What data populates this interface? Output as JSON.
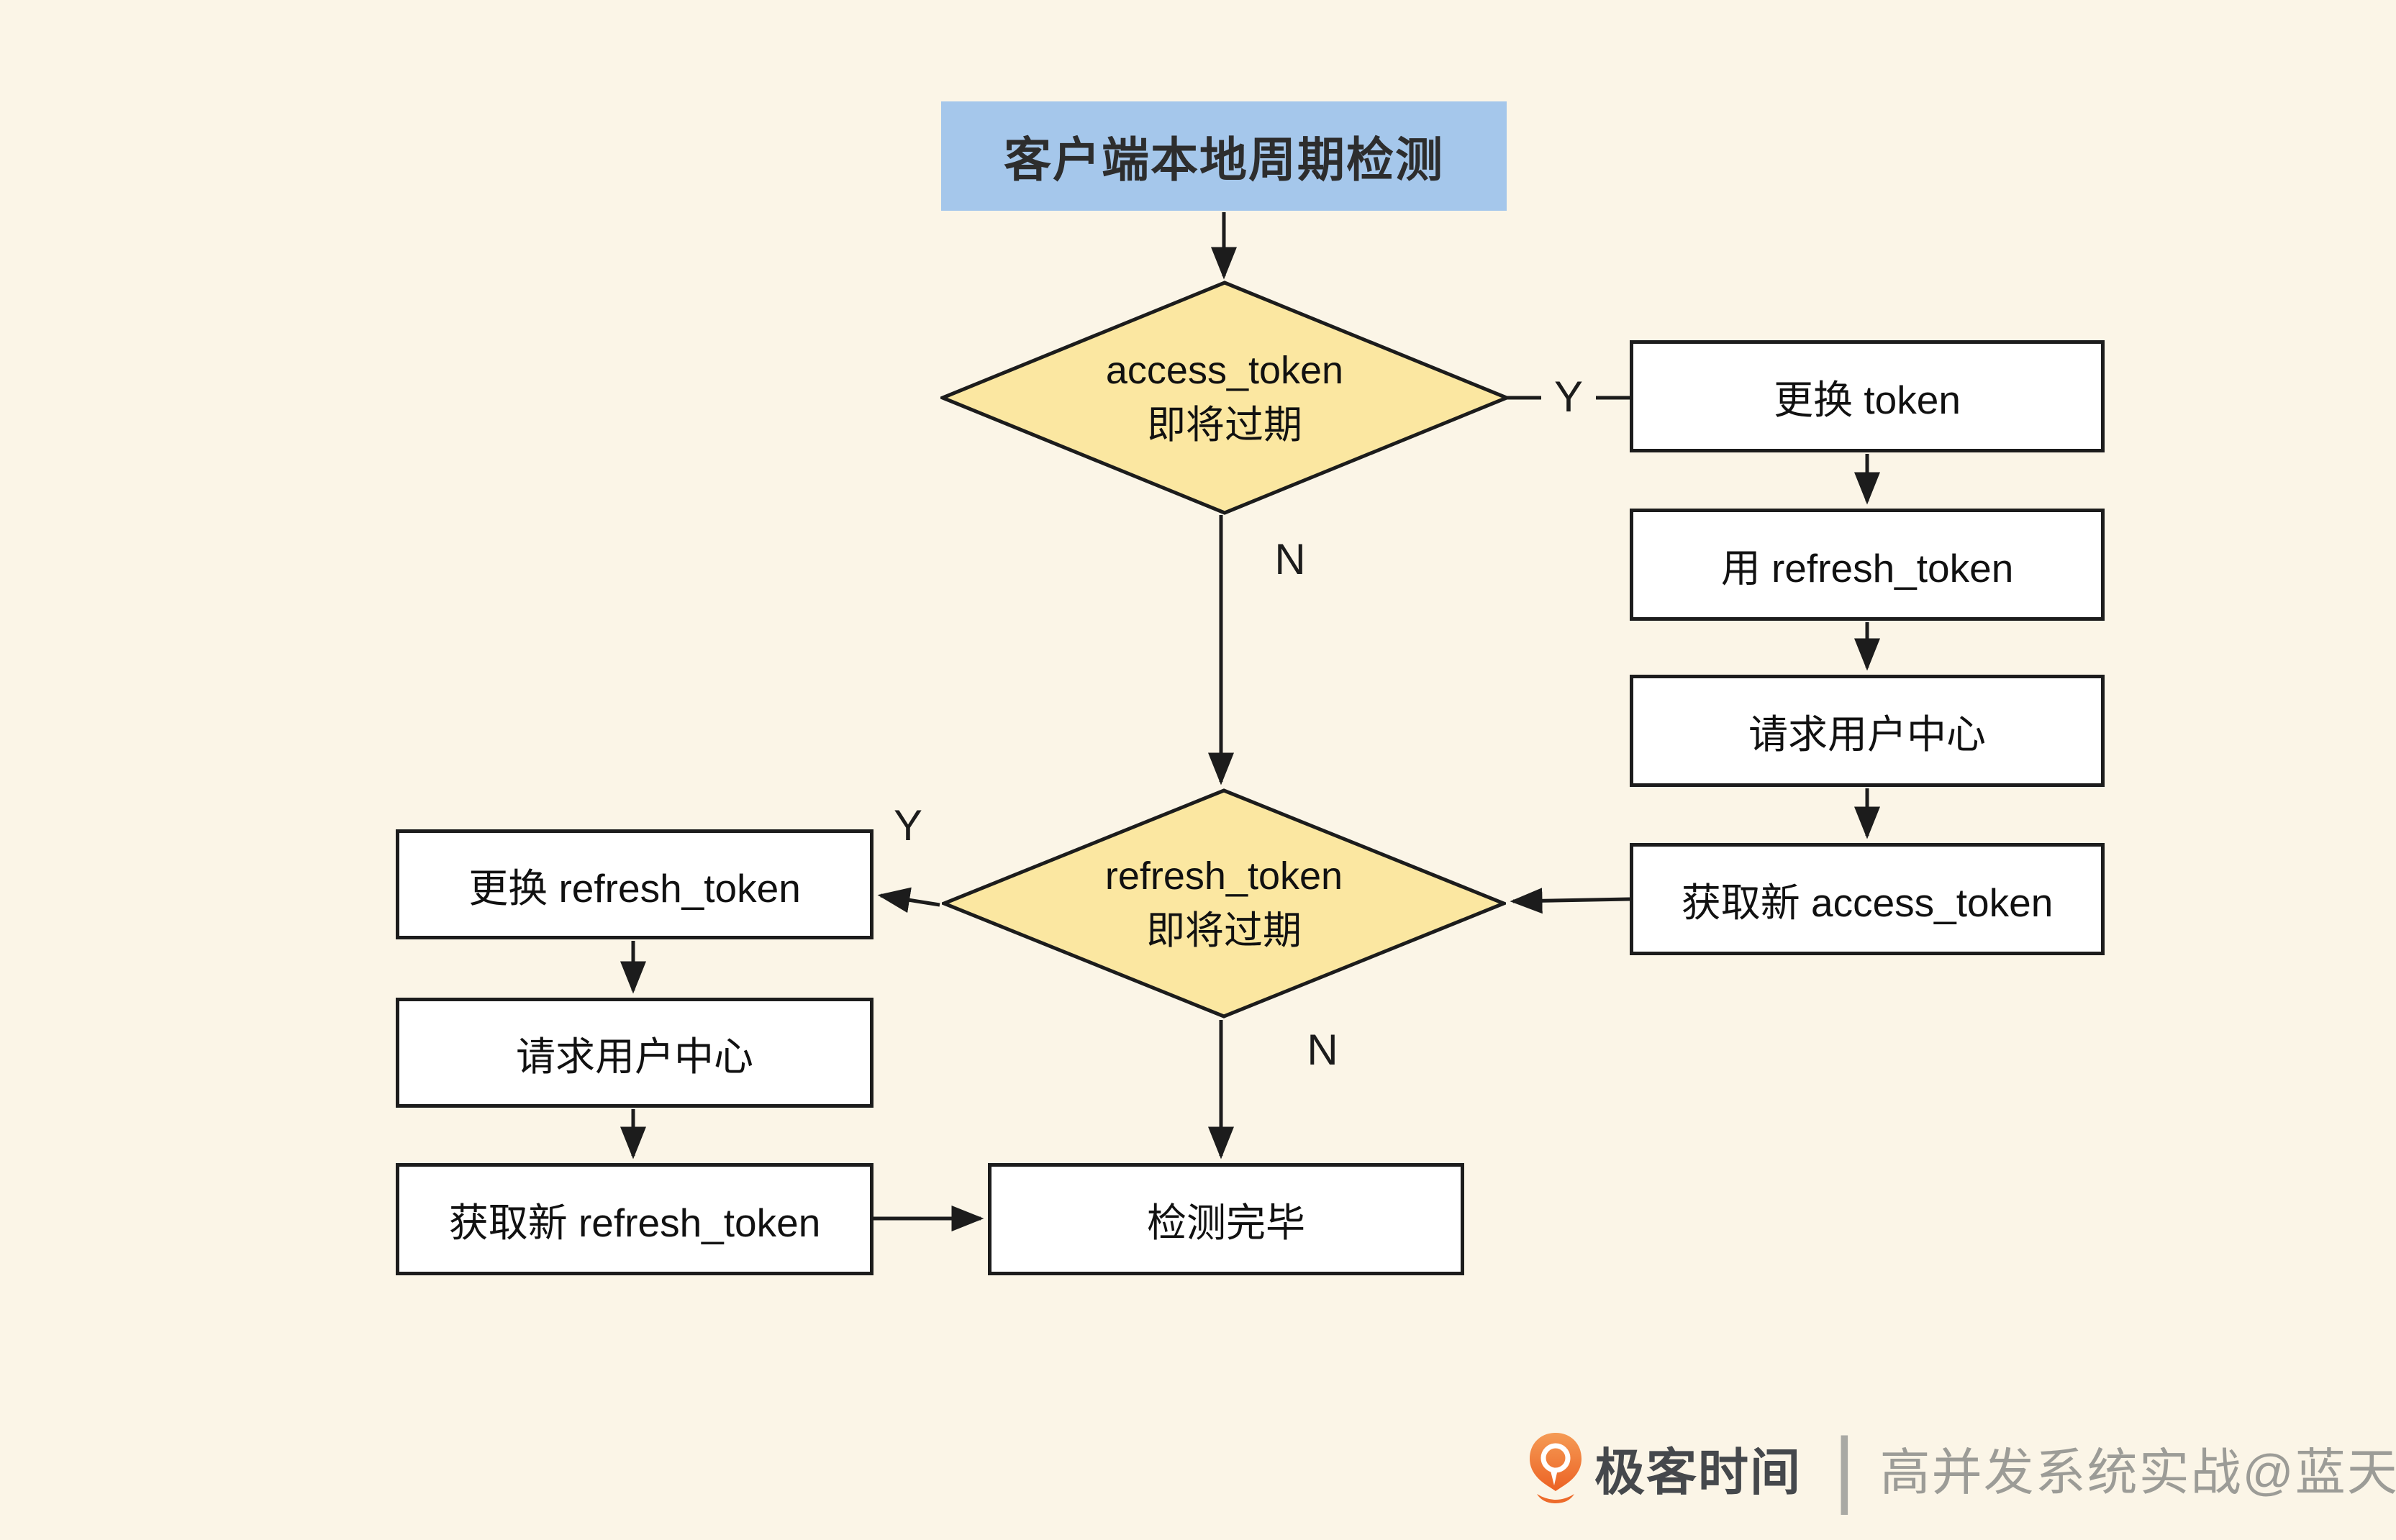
{
  "flowchart": {
    "title": "客户端本地周期检测",
    "decision1": {
      "line1": "access_token",
      "line2": "即将过期"
    },
    "decision2": {
      "line1": "refresh_token",
      "line2": "即将过期"
    },
    "right_steps": [
      "更换 token",
      "用 refresh_token",
      "请求用户中心",
      "获取新 access_token"
    ],
    "left_steps": [
      "更换 refresh_token",
      "请求用户中心",
      "获取新 refresh_token"
    ],
    "end_step": "检测完毕",
    "branch_labels": {
      "decision1_yes": "Y",
      "decision1_no": "N",
      "decision2_yes": "Y",
      "decision2_no": "N"
    },
    "colors": {
      "background": "#FBF5E7",
      "title_fill": "#A5C7EB",
      "decision_fill": "#FBE7A1",
      "node_fill": "#FFFFFF",
      "line": "#1C1C1C"
    }
  },
  "footer": {
    "brand": "极客时间",
    "divider": "|",
    "credit": "高并发系统实战@蓝天",
    "logo_orange": "#ED6B2B"
  }
}
